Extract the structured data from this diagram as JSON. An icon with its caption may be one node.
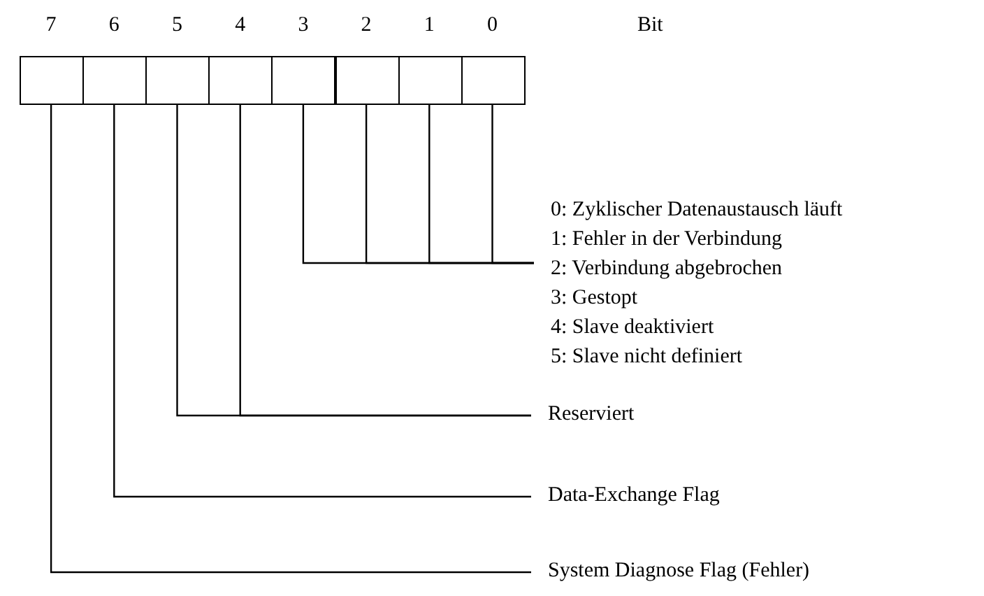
{
  "diagram": {
    "nodes": [
      {
        "text": [
          "7"
        ]
      },
      {
        "text": [
          "6"
        ]
      },
      {
        "text": [
          "5"
        ]
      },
      {
        "text": [
          "4"
        ]
      },
      {
        "text": [
          "3"
        ]
      },
      {
        "text": [
          "2"
        ]
      },
      {
        "text": [
          "1"
        ]
      },
      {
        "text": [
          "0"
        ]
      },
      {
        "text": [
          "0: Zyklischer Datenaustausch läuft",
          "1: Fehler in der Verbindung",
          "2: Verbindung abgebrochen",
          "3: Gestopt",
          "4: Slave deaktiviert",
          "5: Slave nicht definiert"
        ]
      },
      {
        "text": [
          "Reserviert"
        ]
      },
      {
        "text": [
          "Data-Exchange Flag"
        ]
      },
      {
        "text": [
          "System Diagnose Flag (Fehler)"
        ]
      }
    ],
    "edges": [
      {
        "from": 4,
        "to": 8,
        "arrow": "none"
      },
      {
        "from": 5,
        "to": 8,
        "arrow": "none"
      },
      {
        "from": 6,
        "to": 8,
        "arrow": "none"
      },
      {
        "from": 7,
        "to": 8,
        "arrow": "none"
      },
      {
        "from": 2,
        "to": 9,
        "arrow": "none"
      },
      {
        "from": 3,
        "to": 9,
        "arrow": "none"
      },
      {
        "from": 1,
        "to": 10,
        "arrow": "none"
      },
      {
        "from": 0,
        "to": 11,
        "arrow": "none"
      }
    ],
    "labels": [
      "Bit"
    ]
  }
}
